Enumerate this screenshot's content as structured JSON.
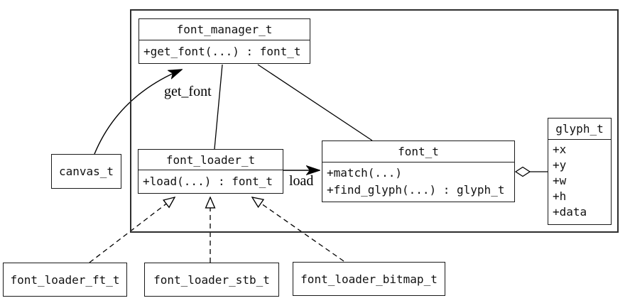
{
  "diagram": {
    "type": "uml-class-diagram",
    "labels": {
      "get_font": "get_font",
      "load": "load"
    },
    "classes": {
      "font_manager": {
        "name": "font_manager_t",
        "members": [
          "+get_font(...) : font_t"
        ]
      },
      "canvas": {
        "name": "canvas_t"
      },
      "font_loader": {
        "name": "font_loader_t",
        "members": [
          "+load(...) : font_t"
        ]
      },
      "font": {
        "name": "font_t",
        "members": [
          "+match(...)",
          "+find_glyph(...) : glyph_t"
        ]
      },
      "glyph": {
        "name": "glyph_t",
        "members": [
          "+x",
          "+y",
          "+w",
          "+h",
          "+data"
        ]
      },
      "font_loader_ft": {
        "name": "font_loader_ft_t"
      },
      "font_loader_stb": {
        "name": "font_loader_stb_t"
      },
      "font_loader_bitmap": {
        "name": "font_loader_bitmap_t"
      }
    },
    "colors": {
      "line": "#000000",
      "box_border": "#1a1a1a",
      "container_border": "#2e2e2e",
      "box_fill": "#ffffff",
      "background": "#ffffff"
    }
  }
}
